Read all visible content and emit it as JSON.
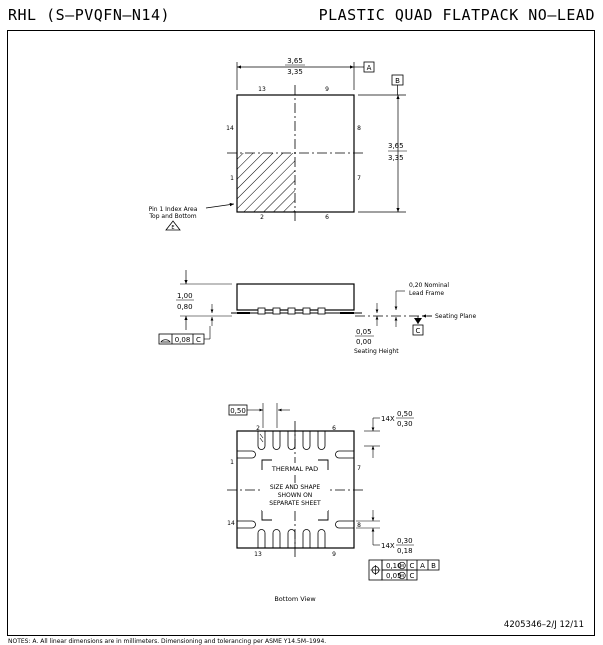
{
  "header": {
    "left": "RHL (S–PVQFN–N14)",
    "right": "PLASTIC QUAD FLATPACK NO–LEAD"
  },
  "top_view": {
    "width_max": "3,65",
    "width_min": "3,35",
    "datum_a": "A",
    "datum_b": "B",
    "height_max": "3,65",
    "height_min": "3,35",
    "pin_13": "13",
    "pin_9": "9",
    "pin_14": "14",
    "pin_8": "8",
    "pin_1": "1",
    "pin_7": "7",
    "pin_2": "2",
    "pin_6": "6",
    "pin1_line1": "Pin 1 Index Area",
    "pin1_line2": "Top and Bottom",
    "pin1_note": "E"
  },
  "side_view": {
    "height_max": "1,00",
    "height_min": "0,80",
    "flatness": "0,08",
    "flatness_datum": "C",
    "lead_frame_line1": "0,20 Nominal",
    "lead_frame_line2": "Lead Frame",
    "seating_plane": "Seating Plane",
    "datum_c": "C",
    "standoff_max": "0,05",
    "standoff_min": "0,00",
    "seating_height": "Seating Height"
  },
  "bottom_view": {
    "pitch": "0,50",
    "len_count": "14X",
    "len_max": "0,50",
    "len_min": "0,30",
    "wid_count": "14X",
    "wid_max": "0,30",
    "wid_min": "0,18",
    "pin_2": "2",
    "pin_6": "6",
    "pin_1": "1",
    "pin_7": "7",
    "pin_14": "14",
    "pin_8": "8",
    "pin_13": "13",
    "pin_9": "9",
    "thermal_pad": "THERMAL PAD",
    "size_line1": "SIZE AND SHAPE",
    "size_line2": "SHOWN ON",
    "size_line3": "SEPARATE SHEET",
    "tol_row1": {
      "value": "0,10",
      "mod": "M",
      "d1": "C",
      "d2": "A",
      "d3": "B"
    },
    "tol_row2": {
      "value": "0,05",
      "mod": "M",
      "d1": "C"
    },
    "caption": "Bottom View"
  },
  "drawing_number": "4205346–2/J 12/11",
  "notes_text": "NOTES: A. All linear dimensions are in millimeters. Dimensioning and tolerancing per ASME Y14.5M–1994."
}
